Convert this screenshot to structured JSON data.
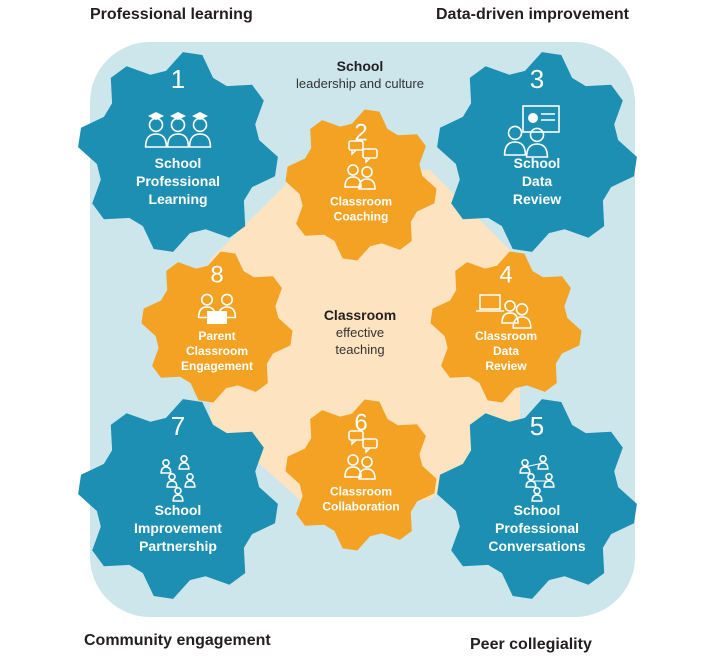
{
  "corners": {
    "top_left": "Professional learning",
    "top_right": "Data-driven improvement",
    "bottom_left": "Community engagement",
    "bottom_right": "Peer collegiality"
  },
  "school_zone": {
    "title": "School",
    "subtitle": "leadership and culture"
  },
  "classroom_zone": {
    "title": "Classroom",
    "subtitle_line1": "effective",
    "subtitle_line2": "teaching"
  },
  "gears": [
    {
      "number": "1",
      "lines": [
        "School",
        "Professional",
        "Learning"
      ],
      "icon": "graduates-icon",
      "color": "#1d8fb2"
    },
    {
      "number": "2",
      "lines": [
        "Classroom",
        "Coaching"
      ],
      "icon": "coaching-icon",
      "color": "#f4a223"
    },
    {
      "number": "3",
      "lines": [
        "School",
        "Data",
        "Review"
      ],
      "icon": "presentation-icon",
      "color": "#1d8fb2"
    },
    {
      "number": "4",
      "lines": [
        "Classroom",
        "Data",
        "Review"
      ],
      "icon": "laptop-people-icon",
      "color": "#f4a223"
    },
    {
      "number": "5",
      "lines": [
        "School",
        "Professional",
        "Conversations"
      ],
      "icon": "network-icon",
      "color": "#1d8fb2"
    },
    {
      "number": "6",
      "lines": [
        "Classroom",
        "Collaboration"
      ],
      "icon": "chat-people-icon",
      "color": "#f4a223"
    },
    {
      "number": "7",
      "lines": [
        "School",
        "Improvement",
        "Partnership"
      ],
      "icon": "group-icon",
      "color": "#1d8fb2"
    },
    {
      "number": "8",
      "lines": [
        "Parent",
        "Classroom",
        "Engagement"
      ],
      "icon": "parent-reading-icon",
      "color": "#f4a223"
    }
  ],
  "colors": {
    "school_bg": "#cde6eb",
    "classroom_bg": "#fde3c0",
    "blue": "#1d8fb2",
    "orange": "#f4a223"
  }
}
